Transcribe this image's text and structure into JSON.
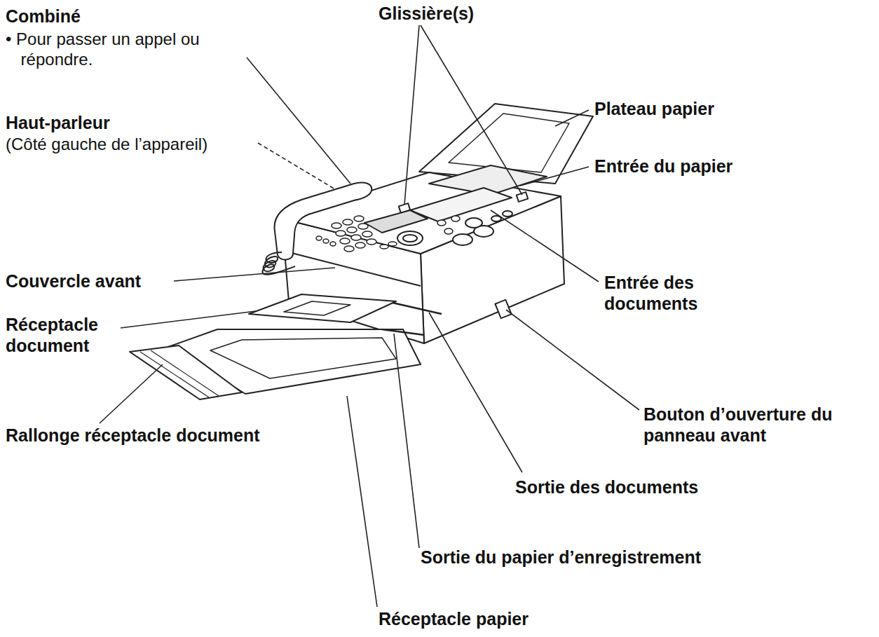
{
  "diagram": {
    "labels": [
      "Combiné",
      "• Pour passer un appel ou répondre.",
      "Haut-parleur",
      "(Côté gauche de l’appareil)",
      "Glissière(s)",
      "Plateau papier",
      "Entrée du papier",
      "Couvercle avant",
      "Entrée des documents",
      "Réceptacle document",
      "Bouton d’ouverture du panneau avant",
      "Rallonge réceptacle document",
      "Sortie des documents",
      "Sortie du papier d’enregistrement",
      "Réceptacle papier"
    ]
  }
}
